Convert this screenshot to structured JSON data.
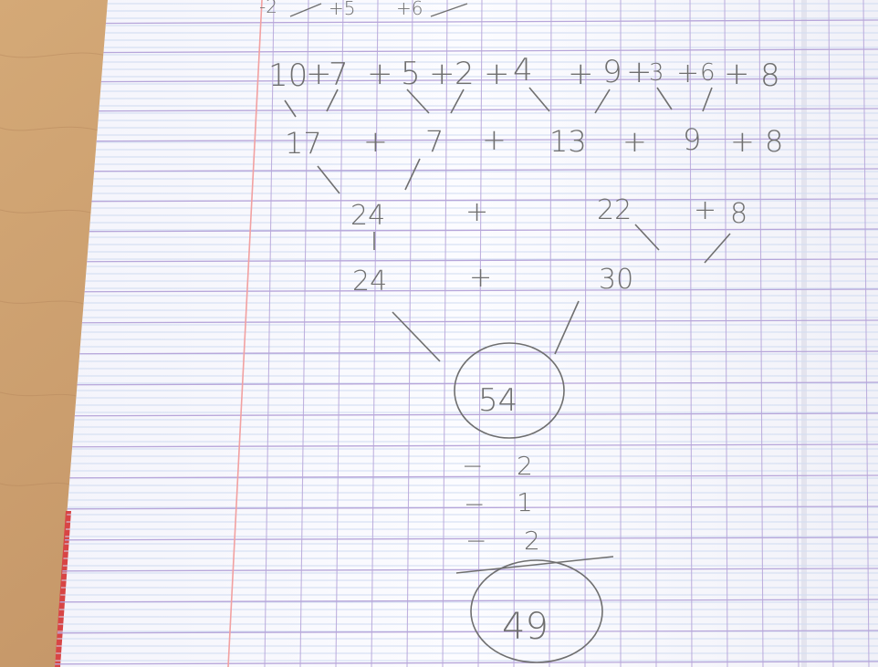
{
  "colors": {
    "wood": "#c79a6c",
    "paper": "#fafaff",
    "grid_purple": "#b8a9dc",
    "grid_blue": "#c7d6ee",
    "margin_red": "#f2a1a1",
    "pencil": "#6f6f6f"
  },
  "notebook": {
    "top_line": [
      "-2",
      "+5",
      "+6"
    ],
    "row1": [
      "10",
      "+",
      "7",
      "+",
      "5",
      "+",
      "2",
      "+",
      "4",
      "+",
      "9",
      "+",
      "3",
      "+",
      "6",
      "+",
      "8"
    ],
    "row2": [
      "17",
      "+",
      "7",
      "+",
      "13",
      "+",
      "9",
      "+",
      "8"
    ],
    "row3": [
      "24",
      "+",
      "22",
      "+",
      "8"
    ],
    "row4": [
      "24",
      "+",
      "30"
    ],
    "sum_circled": "54",
    "subtractions": [
      "−",
      "2",
      "−",
      "1",
      "−",
      "2"
    ],
    "result_circled": "49"
  }
}
